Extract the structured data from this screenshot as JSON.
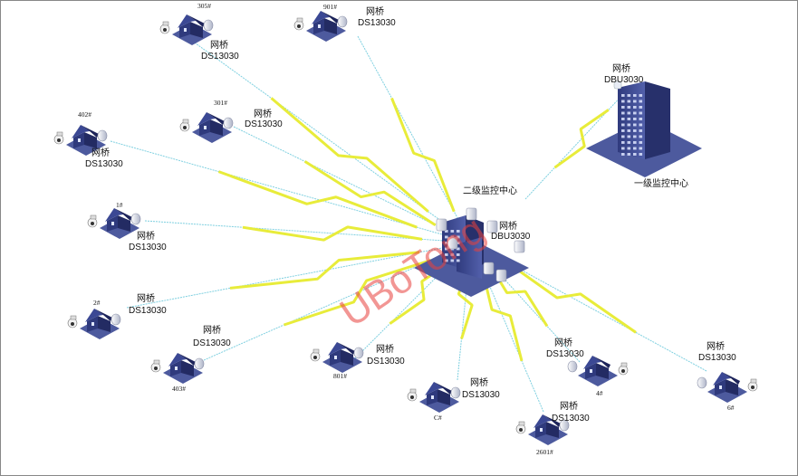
{
  "center": {
    "title": "二级监控中心",
    "device": "网桥",
    "model": "DBU3030"
  },
  "top_center": {
    "title": "一级监控中心",
    "device": "网桥",
    "model": "DBU3030"
  },
  "watermark": "UBoTong",
  "bridge_label": "网桥",
  "bridge_model": "DS13030",
  "nodes": [
    {
      "id": "305#",
      "name": "305#"
    },
    {
      "id": "901#",
      "name": "901#"
    },
    {
      "id": "301#",
      "name": "301#"
    },
    {
      "id": "402#",
      "name": "402#"
    },
    {
      "id": "1#",
      "name": "1#"
    },
    {
      "id": "2#",
      "name": "2#"
    },
    {
      "id": "403#",
      "name": "403#"
    },
    {
      "id": "801#",
      "name": "801#"
    },
    {
      "id": "C#",
      "name": "C#"
    },
    {
      "id": "2601#",
      "name": "2601#"
    },
    {
      "id": "4#",
      "name": "4#"
    },
    {
      "id": "6#",
      "name": "6#"
    }
  ],
  "colors": {
    "link_a": "#7fd0e0",
    "link_b": "#e8ec3a",
    "building": "#3e4a93",
    "base": "#4d5a9e",
    "watermark": "#e8413d"
  }
}
